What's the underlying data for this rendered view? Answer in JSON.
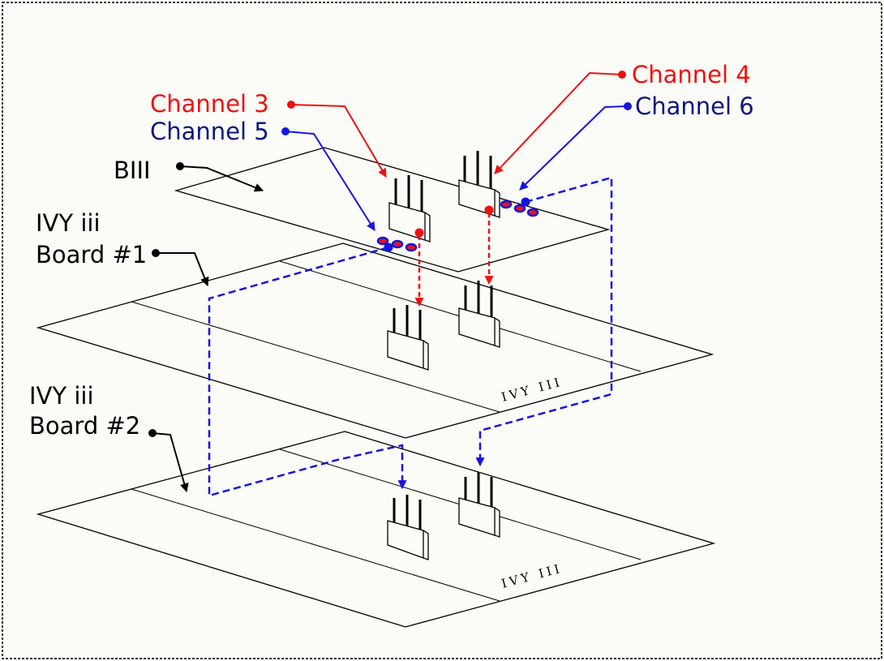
{
  "colors": {
    "channel_red": "#ee1111",
    "channel_blue": "#1515e0",
    "label_navy": "#0d1780",
    "outline": "#000000",
    "background": "#fbfbf7"
  },
  "labels": {
    "channel3": "Channel 3",
    "channel4": "Channel 4",
    "channel5": "Channel 5",
    "channel6": "Channel 6",
    "biii": "BIII",
    "board1_line1": "IVY iii",
    "board1_line2": "Board #1",
    "board2_line1": "IVY iii",
    "board2_line2": "Board #2"
  },
  "board_markings": {
    "board1": "IVY III",
    "board2": "IVY III"
  }
}
